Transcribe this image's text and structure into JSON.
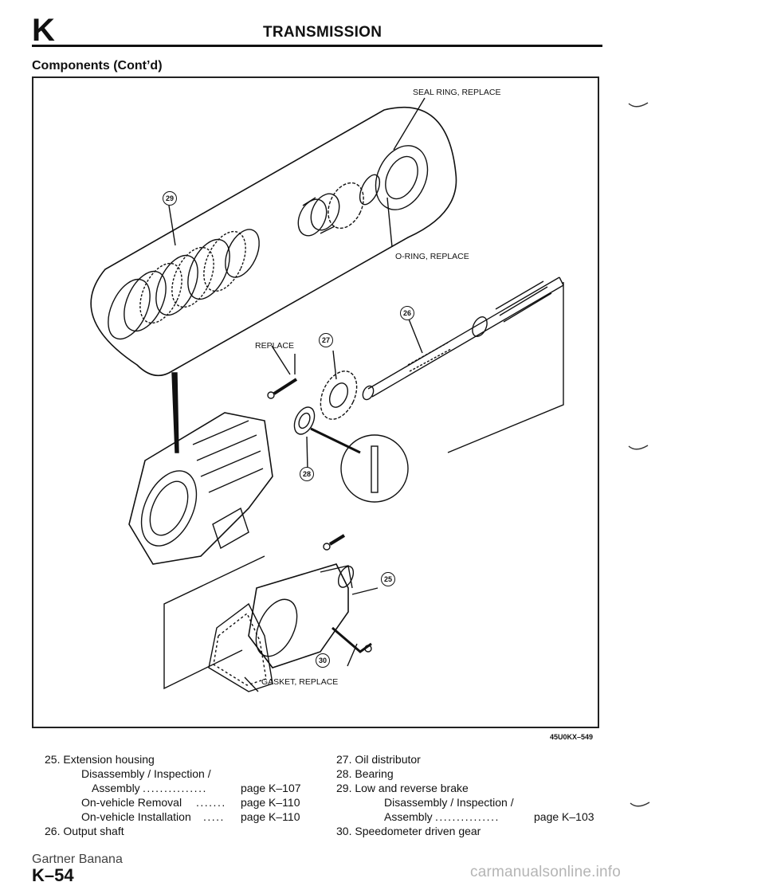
{
  "header": {
    "section_letter": "K",
    "title": "TRANSMISSION"
  },
  "section_heading": "Components (Cont’d)",
  "diagram": {
    "callouts": {
      "seal_ring": "SEAL RING, REPLACE",
      "o_ring": "O-RING, REPLACE",
      "replace": "REPLACE",
      "gasket": "GASKET, REPLACE"
    },
    "part_numbers": {
      "n29": "29",
      "n26": "26",
      "n27": "27",
      "n28": "28",
      "n25": "25",
      "n30": "30"
    },
    "figure_code": "45U0KX–549"
  },
  "legend": {
    "left": {
      "item25": "25. Extension housing",
      "item25_sub1": "Disassembly / Inspection /",
      "item25_sub2_label": "Assembly",
      "item25_sub2_dots": "...............",
      "item25_sub2_page": "page K–107",
      "item25_sub3_label": "On-vehicle Removal",
      "item25_sub3_dots": ".......",
      "item25_sub3_page": "page K–110",
      "item25_sub4_label": "On-vehicle Installation",
      "item25_sub4_dots": ".....",
      "item25_sub4_page": "page K–110",
      "item26": "26. Output shaft"
    },
    "right": {
      "item27": "27. Oil distributor",
      "item28": "28. Bearing",
      "item29": "29. Low and reverse brake",
      "item29_sub1": "Disassembly / Inspection /",
      "item29_sub2_label": "Assembly",
      "item29_sub2_dots": "...............",
      "item29_sub2_page": "page K–103",
      "item30": "30. Speedometer driven gear"
    }
  },
  "footer": {
    "source": "Gartner Banana",
    "page_number": "K–54",
    "watermark": "carmanualsonline.info"
  }
}
